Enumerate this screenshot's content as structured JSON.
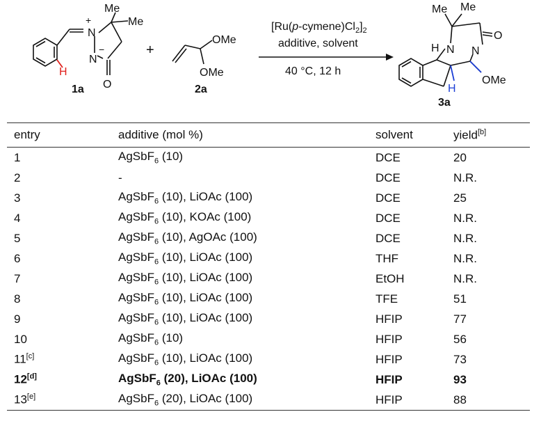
{
  "scheme": {
    "reactant1_label": "1a",
    "reactant2_label": "2a",
    "product_label": "3a",
    "plus": "+",
    "catalyst": "[Ru(p-cymene)Cl2]2",
    "conditions_line2": "additive, solvent",
    "conditions_line3": "40 °C, 12 h",
    "atoms": {
      "me": "Me",
      "ome": "OMe",
      "n": "N",
      "o": "O",
      "h": "H",
      "plus_charge": "+",
      "minus_charge": "−"
    },
    "colors": {
      "highlight_h": "#e0201c",
      "highlight_blue": "#1c3fd6",
      "ink": "#111111"
    }
  },
  "table": {
    "headers": {
      "entry": "entry",
      "additive": "additive (mol %)",
      "solvent": "solvent",
      "yield": "yield",
      "yield_note": "[b]"
    },
    "rows": [
      {
        "entry": "1",
        "note": "",
        "additive": "AgSbF6 (10)",
        "solvent": "DCE",
        "yield": "20"
      },
      {
        "entry": "2",
        "note": "",
        "additive": "-",
        "solvent": "DCE",
        "yield": "N.R."
      },
      {
        "entry": "3",
        "note": "",
        "additive": "AgSbF6 (10), LiOAc (100)",
        "solvent": "DCE",
        "yield": "25"
      },
      {
        "entry": "4",
        "note": "",
        "additive": "AgSbF6 (10), KOAc (100)",
        "solvent": "DCE",
        "yield": "N.R."
      },
      {
        "entry": "5",
        "note": "",
        "additive": "AgSbF6 (10), AgOAc (100)",
        "solvent": "DCE",
        "yield": "N.R."
      },
      {
        "entry": "6",
        "note": "",
        "additive": "AgSbF6 (10), LiOAc (100)",
        "solvent": "THF",
        "yield": "N.R."
      },
      {
        "entry": "7",
        "note": "",
        "additive": "AgSbF6 (10), LiOAc (100)",
        "solvent": "EtOH",
        "yield": "N.R."
      },
      {
        "entry": "8",
        "note": "",
        "additive": "AgSbF6 (10), LiOAc (100)",
        "solvent": "TFE",
        "yield": "51"
      },
      {
        "entry": "9",
        "note": "",
        "additive": "AgSbF6 (10), LiOAc (100)",
        "solvent": "HFIP",
        "yield": "77"
      },
      {
        "entry": "10",
        "note": "",
        "additive": "AgSbF6 (10)",
        "solvent": "HFIP",
        "yield": "56"
      },
      {
        "entry": "11",
        "note": "[c]",
        "additive": "AgSbF6 (10), LiOAc (100)",
        "solvent": "HFIP",
        "yield": "73"
      },
      {
        "entry": "12",
        "note": "[d]",
        "additive": "AgSbF6 (20), LiOAc (100)",
        "solvent": "HFIP",
        "yield": "93",
        "bold": true
      },
      {
        "entry": "13",
        "note": "[e]",
        "additive": "AgSbF6 (20), LiOAc (100)",
        "solvent": "HFIP",
        "yield": "88"
      }
    ]
  }
}
